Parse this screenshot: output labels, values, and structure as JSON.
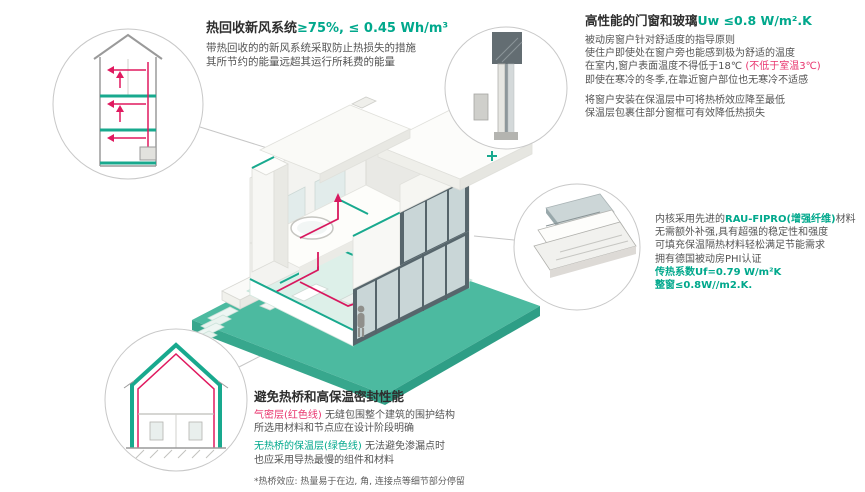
{
  "heat_recovery": {
    "title_black": "热回收新风系统",
    "title_green": "≥75%, ≤ 0.45 Wh/m³",
    "line1": "带热回收的的新风系统采取防止热损失的措施",
    "line2": "其所节约的能量远超其运行所耗费的能量"
  },
  "windows": {
    "title_black": "高性能的门窗和玻璃",
    "title_green": "Uw ≤0.8 W/m².K",
    "line1": "被动房窗户针对舒适度的指导原则",
    "line2": "使住户即使处在窗户旁也能感到极为舒适的温度",
    "line3_black": "在室内,窗户表面温度不得低于18℃ ",
    "line3_red": "(不低于室温3℃)",
    "line4": "即使在寒冷的冬季,在靠近窗户部位也无寒冷不适感",
    "line5": "将窗户安装在保温层中可将热桥效应降至最低",
    "line6": "保温层包裹住部分窗框可有效降低热损失"
  },
  "profile": {
    "line1_a": "内核采用先进的",
    "line1_green": "RAU-FIPRO(增强纤维)",
    "line1_b": "材料",
    "line2": "无需额外补强,具有超强的稳定性和强度",
    "line3": "可填充保温隔热材料轻松满足节能需求",
    "line4": "拥有德国被动房PHI认证",
    "line5": "传热系数Uf=0.79 W/m²K",
    "line6": "整窗≤0.8W//m2.K."
  },
  "thermal": {
    "title": "避免热桥和高保温密封性能",
    "line1_red": "气密层(红色线)",
    "line1_black": " 无缝包围整个建筑的围护结构",
    "line2": "所选用材料和节点应在设计阶段明确",
    "line3_green": "无热桥的保温层(绿色线)",
    "line3_black": " 无法避免渗漏点时",
    "line4": "也应采用导热最慢的组件和材料",
    "footnote": "*热桥效应: 热量易于在边, 角, 连接点等细节部分停留"
  },
  "colors": {
    "accent_green": "#00a88c",
    "accent_red": "#e8336d",
    "platform_teal": "#4cbaa0"
  }
}
